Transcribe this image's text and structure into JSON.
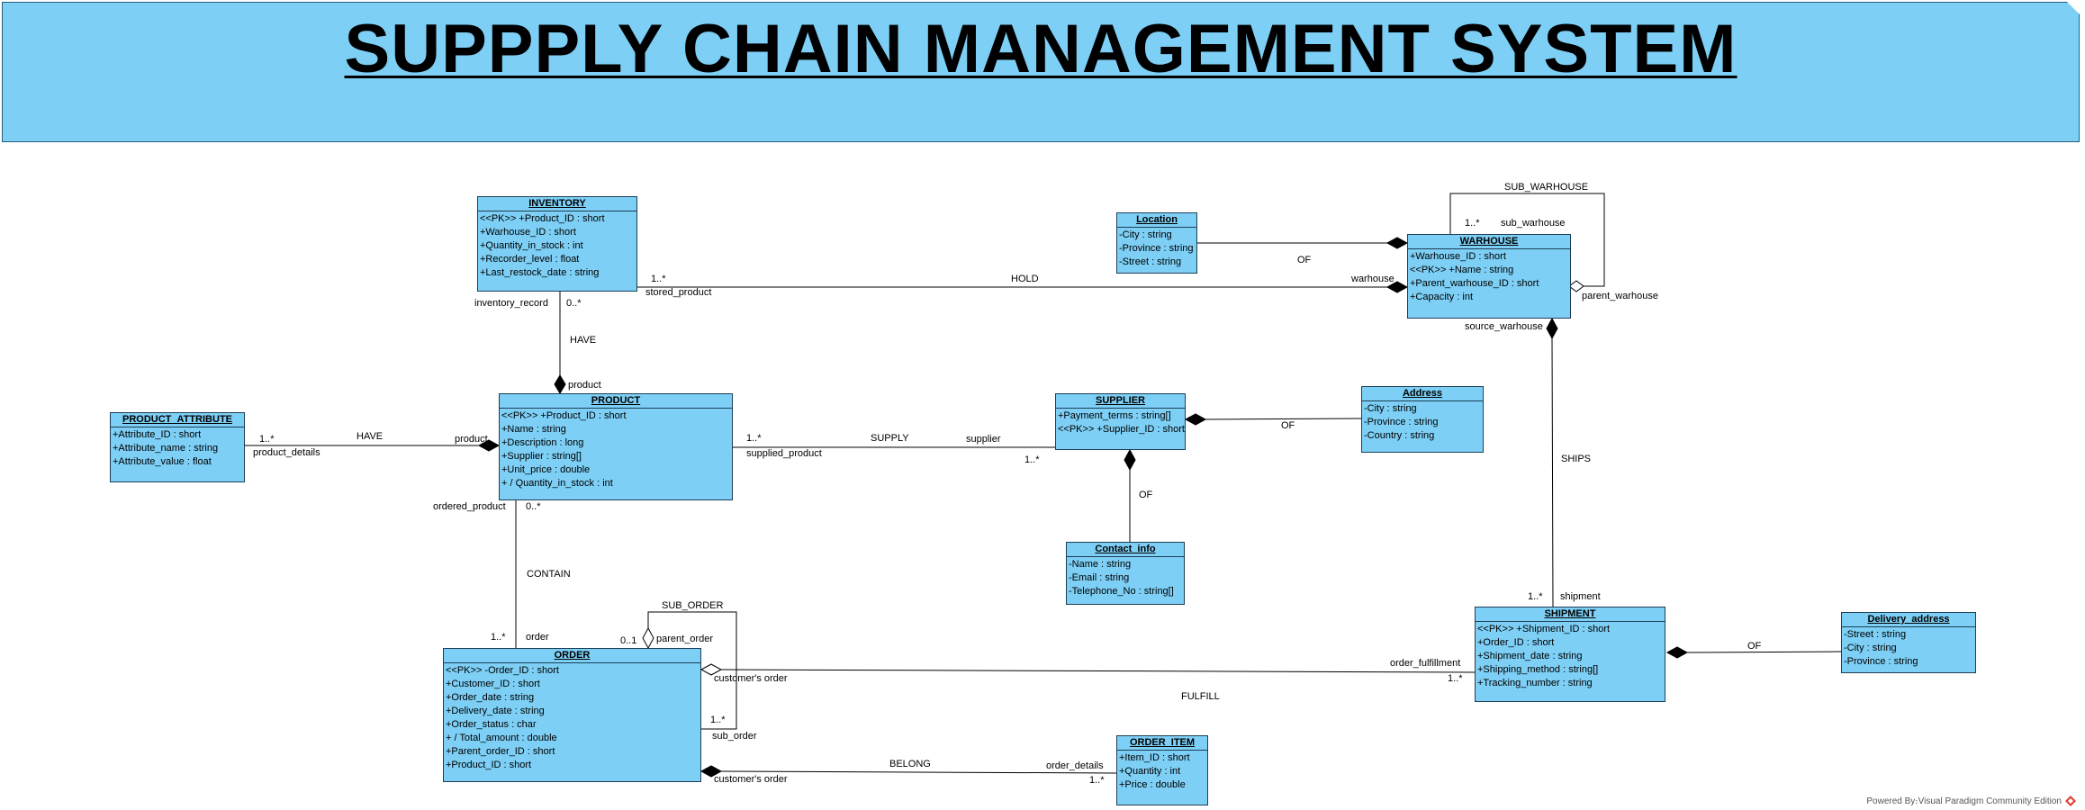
{
  "title": "SUPPPLY CHAIN MANAGEMENT SYSTEM",
  "footer": "Powered By։Visual Paradigm Community Edition",
  "colors": {
    "class_fill": "#7dcff5",
    "banner_fill": "#7dcff5",
    "line": "#000000"
  },
  "classes": {
    "inventory": {
      "name": "INVENTORY",
      "attrs": [
        "<<PK>> +Product_ID : short",
        "+Warhouse_ID : short",
        "+Quantity_in_stock : int",
        "+Recorder_level : float",
        "+Last_restock_date : string"
      ]
    },
    "location": {
      "name": "Location",
      "attrs": [
        "-City : string",
        "-Province : string",
        "-Street : string"
      ]
    },
    "warhouse": {
      "name": "WARHOUSE",
      "attrs": [
        "+Warhouse_ID : short",
        "<<PK>> +Name : string",
        "+Parent_warhouse_ID : short",
        "+Capacity : int"
      ]
    },
    "product_attribute": {
      "name": "PRODUCT_ATTRIBUTE",
      "attrs": [
        "+Attribute_ID : short",
        "+Attribute_name : string",
        "+Attribute_value : float"
      ]
    },
    "product": {
      "name": "PRODUCT",
      "attrs": [
        "<<PK>> +Product_ID : short",
        "+Name : string",
        "+Description : long",
        "+Supplier : string[]",
        "+Unit_price : double",
        "+ / Quantity_in_stock : int"
      ]
    },
    "supplier": {
      "name": "SUPPLIER",
      "attrs": [
        "+Payment_terms : string[]",
        "<<PK>> +Supplier_ID : short"
      ]
    },
    "address": {
      "name": "Address",
      "attrs": [
        "-City : string",
        "-Province : string",
        "-Country : string"
      ]
    },
    "contact_info": {
      "name": "Contact_info",
      "attrs": [
        "-Name : string",
        "-Email : string",
        "-Telephone_No : string[]"
      ]
    },
    "shipment": {
      "name": "SHIPMENT",
      "attrs": [
        "<<PK>> +Shipment_ID : short",
        "+Order_ID : short",
        "+Shipment_date : string",
        "+Shipping_method : string[]",
        "+Tracking_number : string"
      ]
    },
    "delivery_address": {
      "name": "Delivery_address",
      "attrs": [
        "-Street : string",
        "-City : string",
        "-Province : string"
      ]
    },
    "order": {
      "name": "ORDER",
      "attrs": [
        "<<PK>> -Order_ID : short",
        "+Customer_ID : short",
        "+Order_date : string",
        "+Delivery_date : string",
        "+Order_status : char",
        "+ / Total_amount : double",
        "+Parent_order_ID : short",
        "+Product_ID : short"
      ]
    },
    "order_item": {
      "name": "ORDER_ITEM",
      "attrs": [
        "+Item_ID : short",
        "+Quantity : int",
        "+Price : double"
      ]
    }
  },
  "labels": {
    "sub_warhouse_assoc": "SUB_WARHOUSE",
    "sub_warhouse_role": "sub_warhouse",
    "sub_warhouse_mult": "1..*",
    "parent_warhouse_role": "parent_warhouse",
    "of_location": "OF",
    "hold_mult": "1..*",
    "stored_product": "stored_product",
    "hold": "HOLD",
    "warhouse_role": "warhouse",
    "inventory_record": "inventory_record",
    "have_mult": "0..*",
    "have": "HAVE",
    "product_role": "product",
    "source_warhouse": "source_warhouse",
    "ships": "SHIPS",
    "pa_mult": "1..*",
    "pa_have": "HAVE",
    "pa_product": "product",
    "product_details": "product_details",
    "supply_mult": "1..*",
    "supply": "SUPPLY",
    "supplier_role": "supplier",
    "supplied_product": "supplied_product",
    "supplier_mult": "1..*",
    "of_address": "OF",
    "of_contact": "OF",
    "ordered_product": "ordered_product",
    "contain_mult": "0..*",
    "contain": "CONTAIN",
    "order_mult": "1..*",
    "order_role": "order",
    "sub_order_assoc": "SUB_ORDER",
    "parent_mult": "0..1",
    "parent_order": "parent_order",
    "customers_order": "customer's order",
    "suborder_mult": "1..*",
    "sub_order_role": "sub_order",
    "shipment_mult": "1..*",
    "shipment_role": "shipment",
    "order_fulfillment": "order_fulfillment",
    "fulfill_mult": "1..*",
    "fulfill": "FULFILL",
    "of_delivery": "OF",
    "belong": "BELONG",
    "order_details": "order_details",
    "oi_mult": "1..*",
    "customers_order_2": "customer's order"
  }
}
